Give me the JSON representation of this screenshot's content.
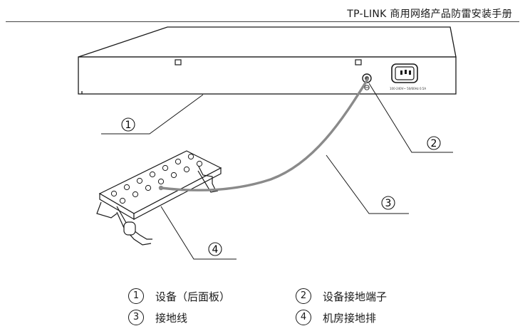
{
  "header": {
    "title": "TP-LINK 商用网络产品防雷安装手册"
  },
  "figure": {
    "device_label": "100-240V~ 50/60Hz 0.5A",
    "callouts": [
      "1",
      "2",
      "3",
      "4"
    ]
  },
  "legend": {
    "items": [
      {
        "num": "1",
        "label": "设备（后面板）"
      },
      {
        "num": "2",
        "label": "设备接地端子"
      },
      {
        "num": "3",
        "label": "接地线"
      },
      {
        "num": "4",
        "label": "机房接地排"
      }
    ]
  }
}
